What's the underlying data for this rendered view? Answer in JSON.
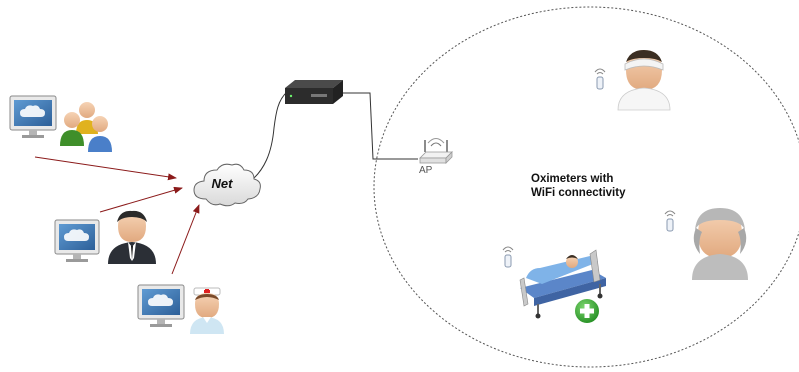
{
  "cloud": {
    "label": "Net"
  },
  "access_point": {
    "label": "AP"
  },
  "coverage_area": {
    "label_line1": "Oximeters with",
    "label_line2": "WiFi connectivity"
  },
  "icons": {
    "workstations": [
      "monitor-cloud-icon",
      "monitor-cloud-icon",
      "monitor-cloud-icon"
    ],
    "users": [
      "user-group-icon",
      "businessman-icon",
      "nurse-icon"
    ],
    "network": [
      "cloud-icon",
      "router-box-icon",
      "wifi-access-point-icon"
    ],
    "patients": [
      "patient-icon",
      "hospital-bed-icon",
      "elderly-patient-icon"
    ],
    "sensors": [
      "oximeter-wifi-icon",
      "oximeter-wifi-icon",
      "oximeter-wifi-icon"
    ]
  },
  "colors": {
    "arrow": "#8b1a1a",
    "cable": "#333333",
    "ellipse": "#555555",
    "plus_badge": "#2e9e2e"
  }
}
